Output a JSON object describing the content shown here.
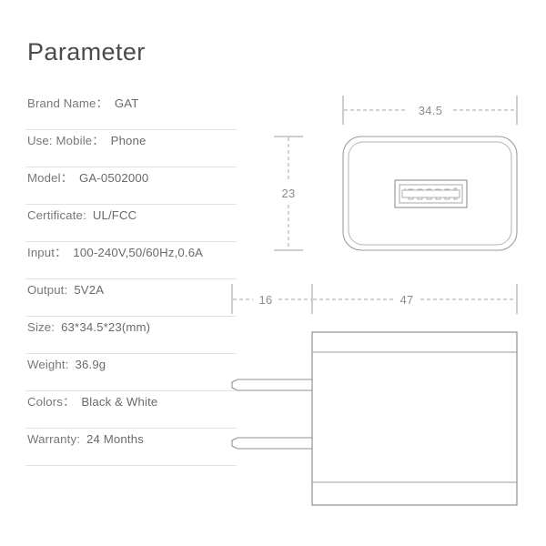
{
  "page": {
    "title": "Parameter",
    "background_color": "#ffffff",
    "text_color": "#6f6f6f",
    "rule_color": "#e2e2e2",
    "line_color": "#9b9b9b"
  },
  "spec_list": [
    {
      "label": "Brand Name：",
      "value": "GAT"
    },
    {
      "label": "Use: Mobile：",
      "value": "Phone"
    },
    {
      "label": "Model：",
      "value": "GA-0502000"
    },
    {
      "label": "Certificate:",
      "value": "UL/FCC"
    },
    {
      "label": "Input：",
      "value": "100-240V,50/60Hz,0.6A"
    },
    {
      "label": "Output:",
      "value": "5V2A"
    },
    {
      "label": "Size:",
      "value": "63*34.5*23(mm)"
    },
    {
      "label": "Weight:",
      "value": "36.9g"
    },
    {
      "label": "Colors：",
      "value": "Black & White"
    },
    {
      "label": "Warranty:",
      "value": "24 Months"
    }
  ],
  "drawing": {
    "front_view": {
      "name": "front-view-usb-face",
      "dimensions": {
        "width_label": "34.5",
        "height_label": "23"
      },
      "port": "usb-a-port"
    },
    "side_view": {
      "name": "side-view-with-prongs",
      "dimensions": {
        "prong_length_label": "16",
        "body_length_label": "47"
      }
    }
  }
}
